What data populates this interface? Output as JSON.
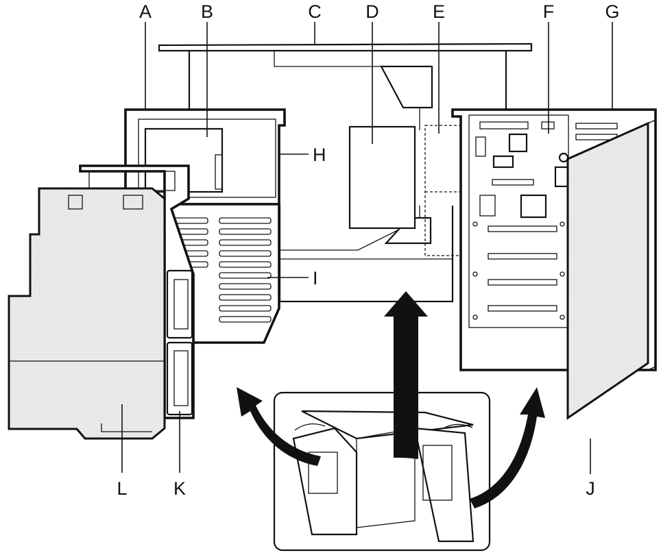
{
  "figure": {
    "callouts": [
      "A",
      "B",
      "C",
      "D",
      "E",
      "F",
      "G",
      "H",
      "I",
      "J",
      "K",
      "L"
    ]
  },
  "colors": {
    "line": "#111111",
    "panel_fill": "#ececec",
    "background": "#ffffff"
  }
}
